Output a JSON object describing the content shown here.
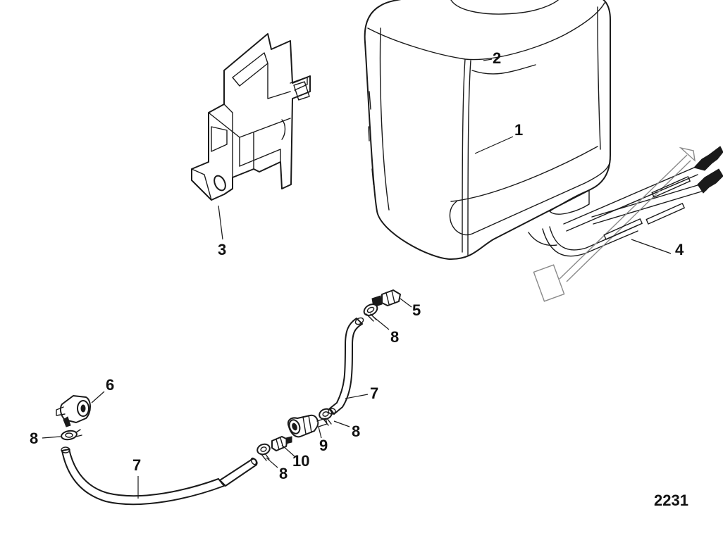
{
  "figure_number": "2231",
  "callouts": {
    "c1": "1",
    "c2": "2",
    "c3": "3",
    "c4": "4",
    "c5": "5",
    "c6": "6",
    "c7a": "7",
    "c7b": "7",
    "c8a": "8",
    "c8b": "8",
    "c8c": "8",
    "c8d": "8",
    "c9": "9",
    "c10": "10"
  },
  "colors": {
    "line": "#1a1a1a",
    "background": "#ffffff"
  }
}
